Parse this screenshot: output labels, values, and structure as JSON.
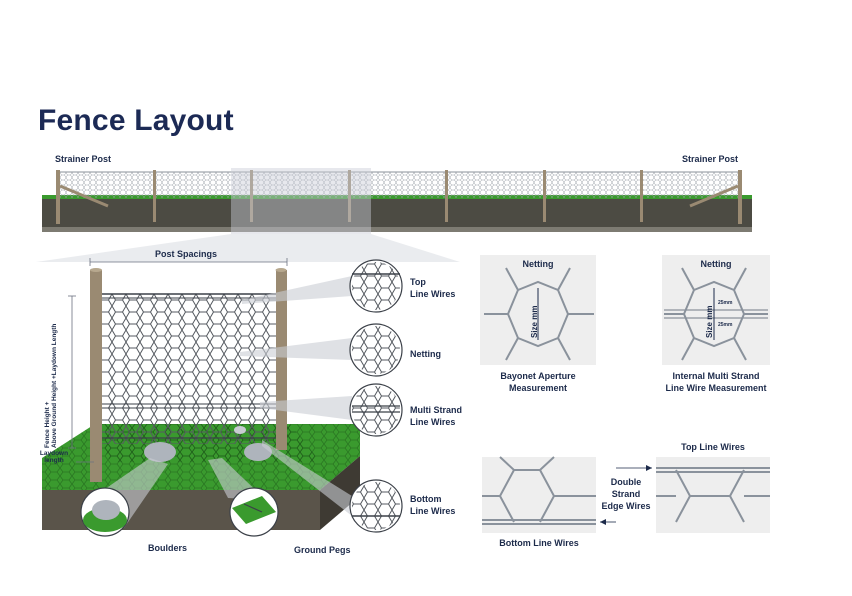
{
  "title": "Fence Layout",
  "labels": {
    "strainer_left": "Strainer Post",
    "strainer_right": "Strainer Post",
    "post_spacings": "Post Spacings",
    "fence_height": "Fence Height +",
    "fence_height_2": "Above Ground Height +Laydown Length",
    "laydown": "Laydown",
    "laydown_2": "length",
    "boulders": "Boulders",
    "ground_pegs": "Ground Pegs",
    "top_line_wires": "Top",
    "top_line_wires_2": "Line Wires",
    "netting": "Netting",
    "multi_strand": "Multi Strand",
    "multi_strand_2": "Line Wires",
    "bottom_line_wires": "Bottom",
    "bottom_line_wires_2": "Line Wires"
  },
  "details": {
    "bayonet_header": "Netting",
    "bayonet_size": "Size mm",
    "bayonet_caption_1": "Bayonet Aperture",
    "bayonet_caption_2": "Measurement",
    "internal_header": "Netting",
    "internal_size": "Size mm",
    "internal_dim_1": "25mm",
    "internal_dim_2": "25mm",
    "internal_caption_1": "Internal Multi Strand",
    "internal_caption_2": "Line Wire Measurement",
    "bottom_caption": "Bottom Line Wires",
    "top_caption": "Top Line Wires",
    "double_1": "Double",
    "double_2": "Strand",
    "double_3": "Edge Wires"
  },
  "colors": {
    "navy": "#1c2a55",
    "grass": "#3a9a2e",
    "soil": "#4a4a42",
    "post": "#9a8a72",
    "panel": "#eeeeee"
  }
}
